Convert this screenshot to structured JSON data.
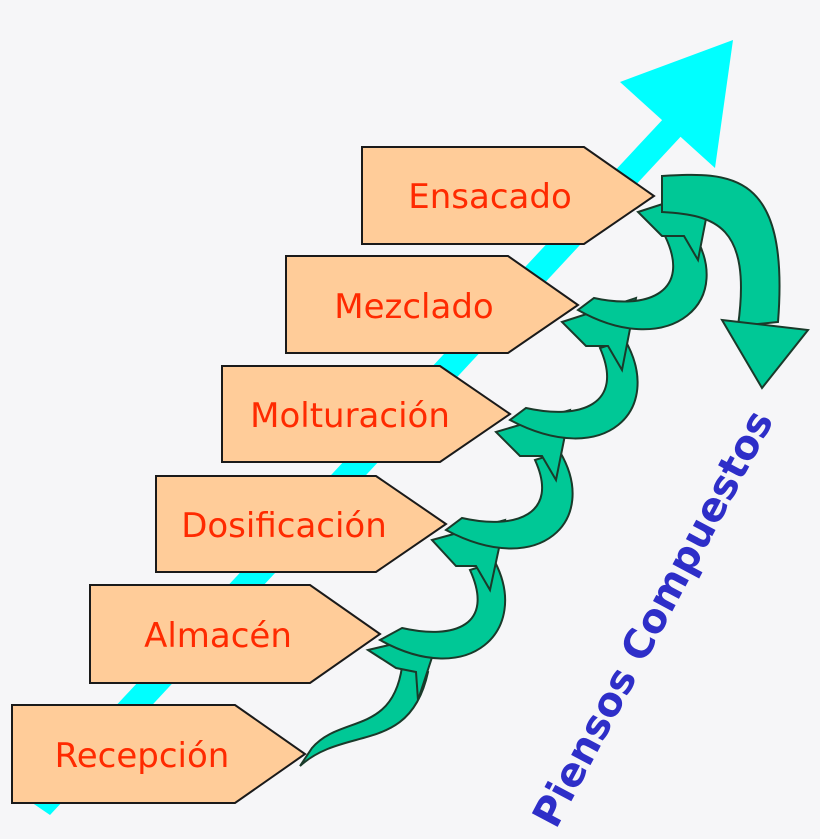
{
  "steps": [
    {
      "label": "Recepción"
    },
    {
      "label": "Almacén"
    },
    {
      "label": "Dosificación"
    },
    {
      "label": "Molturación"
    },
    {
      "label": "Mezclado"
    },
    {
      "label": "Ensacado"
    }
  ],
  "result_label": "Piensos Compuestos",
  "colors": {
    "background": "#f6f6f8",
    "step_fill": "#ffcc99",
    "step_stroke": "#1a1a1a",
    "step_text": "#ff2a00",
    "connector_fill": "#00c896",
    "connector_stroke": "#1a3a2a",
    "trend_arrow": "#00ffff",
    "result_text": "#2e2ec8"
  }
}
